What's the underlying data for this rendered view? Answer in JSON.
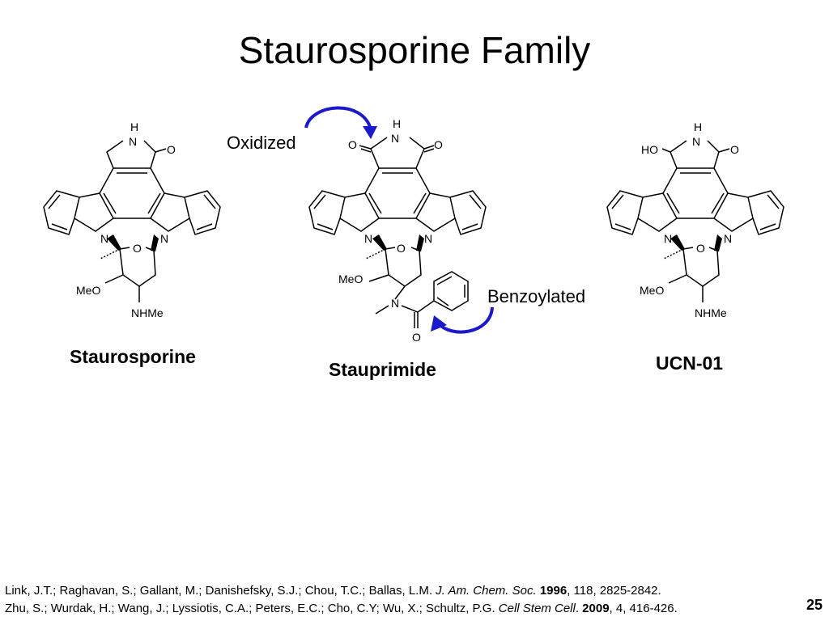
{
  "slide": {
    "title": "Staurosporine Family",
    "slide_number": "25"
  },
  "annotations": {
    "oxidized": "Oxidized",
    "benzoylated": "Benzoylated"
  },
  "colors": {
    "arrow": "#1a1aca",
    "text": "#000000"
  },
  "atoms": {
    "nh_h": "H",
    "n": "N",
    "o": "O",
    "ho": "HO",
    "meo": "MeO",
    "nhme": "NHMe"
  },
  "compounds": [
    {
      "name": "Staurosporine"
    },
    {
      "name": "Stauprimide"
    },
    {
      "name": "UCN-01"
    }
  ],
  "references": [
    {
      "authors": "Link, J.T.; Raghavan, S.; Gallant, M.; Danishefsky, S.J.; Chou, T.C.; Ballas, L.M.",
      "journal": "J. Am. Chem. Soc.",
      "year": "1996",
      "rest": ", 118, 2825-2842."
    },
    {
      "authors": "Zhu, S.; Wurdak, H.; Wang, J.; Lyssiotis, C.A.; Peters, E.C.; Cho, C.Y; Wu, X.; Schultz, P.G.",
      "journal": "Cell Stem Cell",
      "year": "2009",
      "rest": ", 4, 416-426."
    }
  ]
}
